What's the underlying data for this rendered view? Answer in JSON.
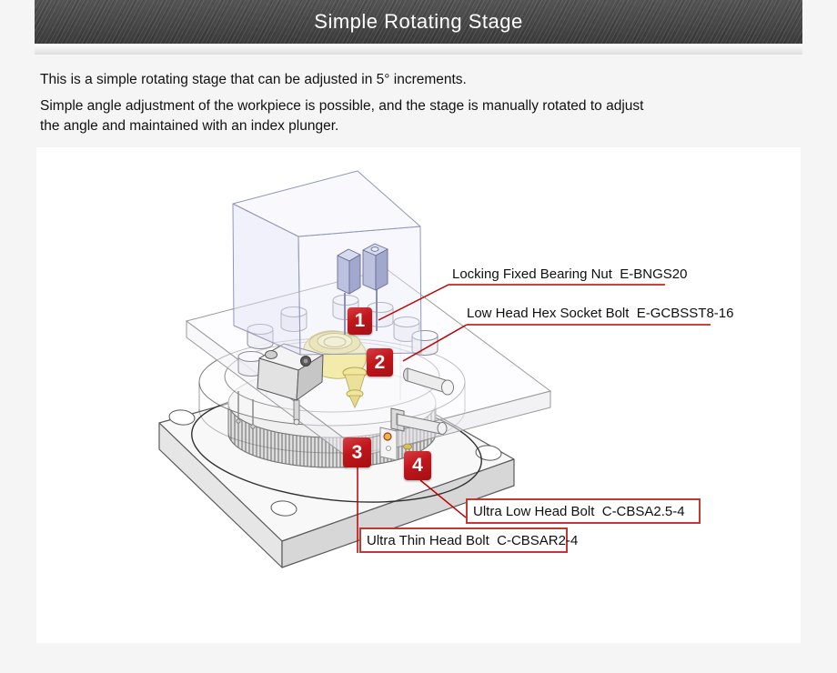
{
  "header": {
    "title": "Simple Rotating Stage"
  },
  "intro": {
    "p1": "This is a simple rotating stage that can be adjusted in 5° increments.",
    "p2_line1": "Simple angle adjustment of the workpiece is possible, and the stage is manually rotated to adjust",
    "p2_line2": "the angle and maintained with an index plunger."
  },
  "figure": {
    "callouts": [
      {
        "number": "1",
        "label": "Locking Fixed Bearing Nut  E-BNGS20",
        "boxed": false
      },
      {
        "number": "2",
        "label": "Low Head Hex Socket Bolt  E-GCBSST8-16",
        "boxed": false
      },
      {
        "number": "3",
        "label": "Ultra Thin Head Bolt  C-CBSAR2-4",
        "boxed": true
      },
      {
        "number": "4",
        "label": "Ultra Low Head Bolt  C-CBSA2.5-4",
        "boxed": true
      }
    ],
    "colors": {
      "marker_red": "#c0161b",
      "leader_red": "#c00000",
      "label_box_border": "#c2392f",
      "highlight_yellow": "#f1e9a8",
      "cube_tint": "#e4e6f5",
      "header_bg": "#464646"
    }
  }
}
